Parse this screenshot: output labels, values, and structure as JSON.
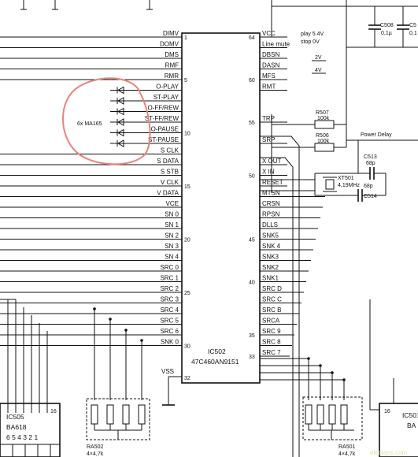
{
  "ic502": {
    "ref": "IC502",
    "part": "47C460AN9151",
    "left_pins": [
      {
        "label": "DIMV",
        "num": "1"
      },
      {
        "label": "DOMV",
        "num": ""
      },
      {
        "label": "DMS",
        "num": ""
      },
      {
        "label": "RMF",
        "num": ""
      },
      {
        "label": "RMR",
        "num": "5"
      },
      {
        "label": "O-PLAY",
        "num": ""
      },
      {
        "label": "ST-PLAY",
        "num": ""
      },
      {
        "label": "O-FF/REW",
        "num": ""
      },
      {
        "label": "ST-FF/REW",
        "num": ""
      },
      {
        "label": "O-PAUSE",
        "num": "10"
      },
      {
        "label": "ST-PAUSE",
        "num": ""
      },
      {
        "label": "S CLK",
        "num": ""
      },
      {
        "label": "S DATA",
        "num": ""
      },
      {
        "label": "S STB",
        "num": ""
      },
      {
        "label": "V CLK",
        "num": "15"
      },
      {
        "label": "V DATA",
        "num": ""
      },
      {
        "label": "VCE",
        "num": ""
      },
      {
        "label": "SN 0",
        "num": ""
      },
      {
        "label": "SN 1",
        "num": ""
      },
      {
        "label": "SN 2",
        "num": "20"
      },
      {
        "label": "SN 3",
        "num": ""
      },
      {
        "label": "SN 4",
        "num": ""
      },
      {
        "label": "SRC 0",
        "num": ""
      },
      {
        "label": "SRC 1",
        "num": ""
      },
      {
        "label": "SRC 2",
        "num": "25"
      },
      {
        "label": "SRC 3",
        "num": ""
      },
      {
        "label": "SRC 4",
        "num": ""
      },
      {
        "label": "SRC 5",
        "num": ""
      },
      {
        "label": "SRC 6",
        "num": ""
      },
      {
        "label": "SNK 0",
        "num": "30"
      }
    ],
    "vss_label": "VSS",
    "vss_pin": "32",
    "right_pins": [
      {
        "label": "VCC",
        "num": "64"
      },
      {
        "label": "Line mute",
        "num": ""
      },
      {
        "label": "DBSN",
        "num": ""
      },
      {
        "label": "DASN",
        "num": ""
      },
      {
        "label": "MFS",
        "num": "60"
      },
      {
        "label": "RMT",
        "num": ""
      },
      {
        "label": "",
        "num": ""
      },
      {
        "label": "",
        "num": ""
      },
      {
        "label": "TRP",
        "num": "55"
      },
      {
        "label": "",
        "num": ""
      },
      {
        "label": "SRP",
        "num": ""
      },
      {
        "label": "",
        "num": ""
      },
      {
        "label": "X OUT",
        "num": ""
      },
      {
        "label": "X IN",
        "num": "50"
      },
      {
        "label": "RESET",
        "num": ""
      },
      {
        "label": "MTSN",
        "num": ""
      },
      {
        "label": "CRSN",
        "num": ""
      },
      {
        "label": "RPSN",
        "num": ""
      },
      {
        "label": "DLLS",
        "num": ""
      },
      {
        "label": "SNK5",
        "num": "45"
      },
      {
        "label": "SNK 4",
        "num": ""
      },
      {
        "label": "SNK3",
        "num": ""
      },
      {
        "label": "SNK2",
        "num": ""
      },
      {
        "label": "SNK1",
        "num": "40"
      },
      {
        "label": "SRC D",
        "num": ""
      },
      {
        "label": "SRC C",
        "num": ""
      },
      {
        "label": "SRC B",
        "num": ""
      },
      {
        "label": "SRCA",
        "num": ""
      },
      {
        "label": "SRC 9",
        "num": "35"
      },
      {
        "label": "SRC 8",
        "num": ""
      },
      {
        "label": "SRC 7",
        "num": "33"
      }
    ]
  },
  "annotations": {
    "play_voltage": "play 5.4V",
    "stop_voltage": "stop 0V",
    "dbsn_voltage": "2V",
    "dasn_voltage": "4V",
    "power_delay": "Power Delay",
    "diode_group": "6x MA165"
  },
  "components": {
    "c508": {
      "ref": "C508",
      "value": "0,1µ"
    },
    "c5_partial": {
      "ref": "C5",
      "value": "0,1"
    },
    "r507": {
      "ref": "R507",
      "value": "100k"
    },
    "r506": {
      "ref": "R506",
      "value": "100k"
    },
    "c513": {
      "ref": "C513",
      "value": "68p"
    },
    "c514": {
      "ref": "C514",
      "value": "68p"
    },
    "xt501": {
      "ref": "XT501",
      "value": "4,19MHz"
    },
    "ra502": {
      "ref": "RA502",
      "value": "4×4,7k"
    },
    "ra501": {
      "ref": "RA501",
      "value": "4×4,7k"
    },
    "ic505": {
      "ref": "IC505",
      "part": "BA618",
      "pin": "16",
      "pin_numbers": "6 5 4 3 2 1"
    },
    "ic501": {
      "ref": "IC501",
      "part": "BA",
      "pin": "16"
    }
  },
  "watermark": "elecfans.com"
}
